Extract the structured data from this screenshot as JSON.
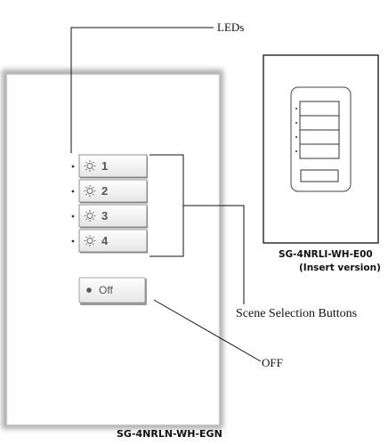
{
  "labels": {
    "leds": "LEDs",
    "scene_buttons": "Scene Selection Buttons",
    "off": "OFF"
  },
  "main_keypad": {
    "model": "SG-4NRLN-WH-EGN",
    "buttons": [
      "1",
      "2",
      "3",
      "4"
    ],
    "off_label": "Off",
    "button_icon": "sun-icon",
    "off_icon": "dot-icon"
  },
  "insert_keypad": {
    "model": "SG-4NRLI-WH-E00",
    "note": "(Insert version)"
  },
  "colors": {
    "plate_shadow": "#9a9a9a",
    "button_text": "#555555",
    "line": "#111111"
  }
}
